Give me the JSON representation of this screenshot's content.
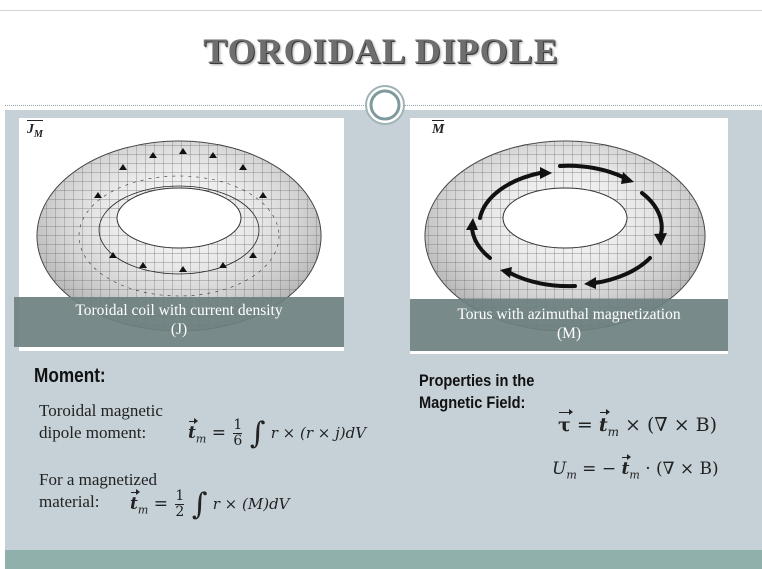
{
  "title": "TOROIDAL DIPOLE",
  "left_panel": {
    "var_label": "J",
    "var_sub": "M",
    "caption_line1": "Toroidal coil with current density",
    "caption_line2": "(J)"
  },
  "right_panel": {
    "var_label": "M",
    "caption_line1": "Torus with azimuthal magnetization",
    "caption_line2": "(M)"
  },
  "moment": {
    "heading": "Moment:",
    "line1": "Toroidal magnetic",
    "line2": "dipole moment:",
    "line3": "For a magnetized",
    "line4": "material:"
  },
  "properties": {
    "heading_line1": "Properties in the",
    "heading_line2": "Magnetic Field:"
  },
  "equations": {
    "tm": "t",
    "tm_sub": "m",
    "one": "1",
    "six": "6",
    "two": "2",
    "eq1_body": "r × (r × j)dV",
    "eq2_body": "r × (M)dV",
    "tau": "τ",
    "torque_rhs": "× (∇ × B)",
    "um": "U",
    "um_sub": "m",
    "um_rhs": "· (∇ × B)"
  },
  "colors": {
    "content_bg": "#c5d1d6",
    "footer": "#8fb0ab",
    "caption_bg": "#6e8080",
    "title": "#6e6e6e"
  }
}
